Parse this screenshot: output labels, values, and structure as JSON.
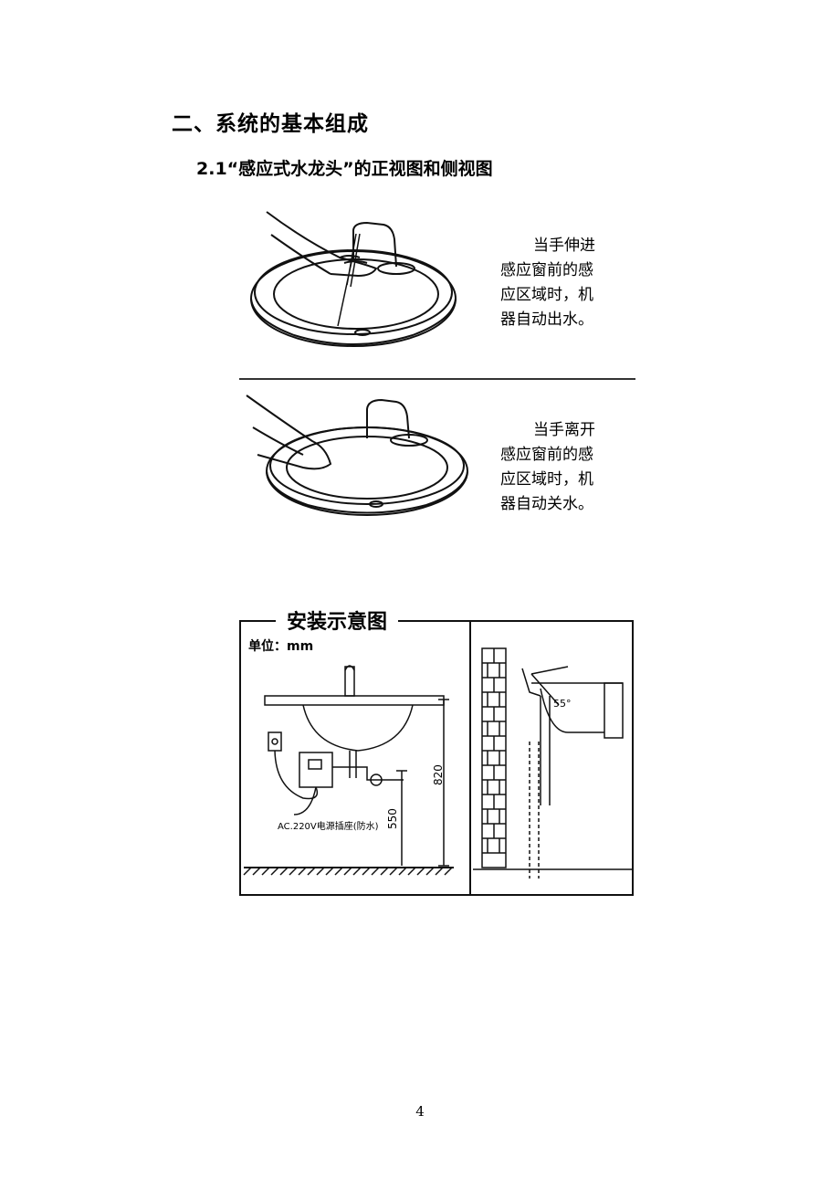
{
  "section_title": "二、系统的基本组成",
  "subsection_title": "2.1“感应式水龙头”的正视图和侧视图",
  "caption_on": {
    "line1": "当手伸进",
    "line2": "感应窗前的感",
    "line3": "应区域时，机",
    "line4": "器自动出水。"
  },
  "caption_off": {
    "line1": "当手离开",
    "line2": "感应窗前的感",
    "line3": "应区域时，机",
    "line4": "器自动关水。"
  },
  "install_diagram": {
    "title": "安装示意图",
    "unit_label": "单位：mm",
    "dim_height_total": "820",
    "dim_height_outlet": "550",
    "power_label": "AC.220V电源插座(防水)",
    "angle_label": "55°"
  },
  "page_number": "4"
}
